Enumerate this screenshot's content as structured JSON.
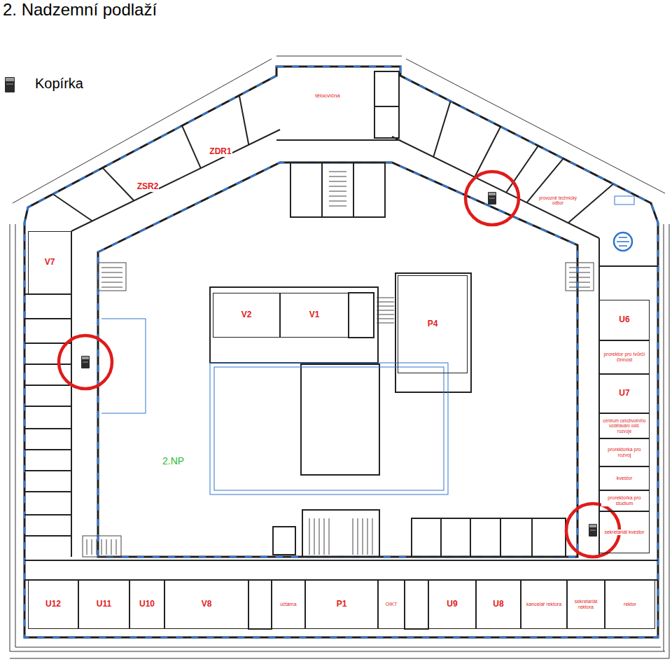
{
  "diagram": {
    "title": "2. Nadzemní podlaží",
    "nodes": [
      {
        "text": [
          "tělocvična"
        ]
      },
      {
        "text": [
          "ZDR1"
        ]
      },
      {
        "text": [
          "ZSR2"
        ]
      },
      {
        "text": [
          "V7"
        ]
      },
      {
        "text": [
          "provozně technický odbor"
        ]
      },
      {
        "text": [
          "V2"
        ]
      },
      {
        "text": [
          "V1"
        ]
      },
      {
        "text": [
          "P4"
        ]
      },
      {
        "text": [
          "U6"
        ]
      },
      {
        "text": [
          "prorektor pro tvůrčí činnost"
        ]
      },
      {
        "text": [
          "U7"
        ]
      },
      {
        "text": [
          "centrum celoživotního vzdělávání odd. rozvoje"
        ]
      },
      {
        "text": [
          "prorektorka pro rozvoj"
        ]
      },
      {
        "text": [
          "kvestor"
        ]
      },
      {
        "text": [
          "prorektorka pro studium"
        ]
      },
      {
        "text": [
          "sekretariát kvestor"
        ]
      },
      {
        "text": [
          "U12"
        ]
      },
      {
        "text": [
          "U11"
        ]
      },
      {
        "text": [
          "U10"
        ]
      },
      {
        "text": [
          "V8"
        ]
      },
      {
        "text": [
          "účtárna"
        ]
      },
      {
        "text": [
          "P1"
        ]
      },
      {
        "text": [
          "OIKT"
        ]
      },
      {
        "text": [
          "U9"
        ]
      },
      {
        "text": [
          "U8"
        ]
      },
      {
        "text": [
          "kancelář rektora"
        ]
      },
      {
        "text": [
          "sekretariát rektora"
        ]
      },
      {
        "text": [
          "rektor"
        ]
      }
    ],
    "labels": [
      "2.NP"
    ],
    "legend": [
      {
        "text": "Kopírka"
      }
    ]
  }
}
